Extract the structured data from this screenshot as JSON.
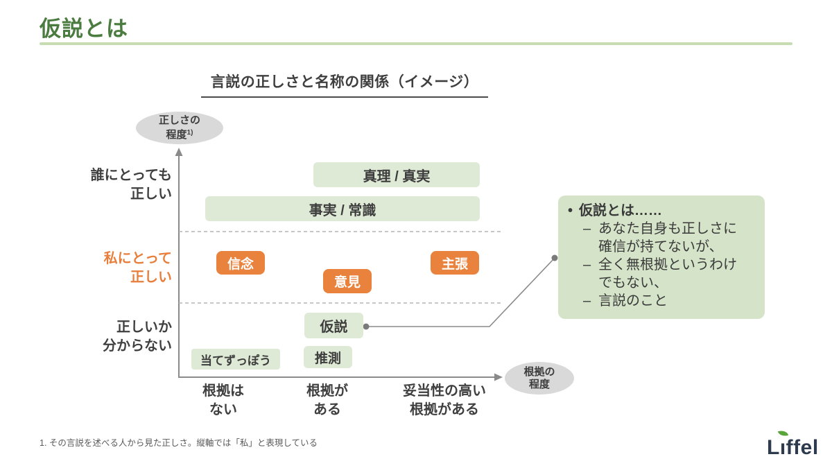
{
  "page": {
    "title": "仮説とは",
    "footnote": "1. その言説を述べる人から見た正しさ。縦軸では「私」と表現している"
  },
  "diagram": {
    "title": "言説の正しさと名称の関係（イメージ）",
    "y_axis_label": {
      "line1": "正しさの",
      "line2": "程度",
      "sup": "1)"
    },
    "x_axis_label": {
      "line1": "根拠の",
      "line2": "程度"
    },
    "y_categories": [
      {
        "line1": "誰にとっても",
        "line2": "正しい"
      },
      {
        "line1": "私にとって",
        "line2": "正しい"
      },
      {
        "line1": "正しいか",
        "line2": "分からない"
      }
    ],
    "x_categories": [
      {
        "line1": "根拠は",
        "line2": "ない"
      },
      {
        "line1": "根拠が",
        "line2": "ある"
      },
      {
        "line1": "妥当性の高い",
        "line2": "根拠がある"
      }
    ],
    "boxes": {
      "truth": "真理 / 真実",
      "fact": "事実 / 常識",
      "belief": "信念",
      "opinion": "意見",
      "claim": "主張",
      "hypothesis": "仮説",
      "guess": "推測",
      "wild_guess": "当てずっぽう"
    }
  },
  "callout": {
    "bullet": "•",
    "title": "仮説とは……",
    "dash": "–",
    "items": [
      "あなた自身も正しさに確信が持てないが、",
      "全く無根拠というわけでもない、",
      "言説のこと"
    ]
  },
  "logo": {
    "part1": "L",
    "part2": "ı",
    "part3": "ffel"
  },
  "colors": {
    "title_green": "#4a7c3f",
    "rule_green": "#c8dcb2",
    "box_green": "#dfead6",
    "callout_green": "#d5e4c9",
    "accent_orange": "#e8823c",
    "label_orange": "#e87e3b",
    "axis_gray": "#8a8a8a",
    "ellipse_gray": "#d9d9d9",
    "text_dark": "#3f3f3f",
    "footnote_gray": "#595959",
    "logo_navy": "#2e3a4d",
    "logo_leaf_green": "#5aa53b"
  }
}
